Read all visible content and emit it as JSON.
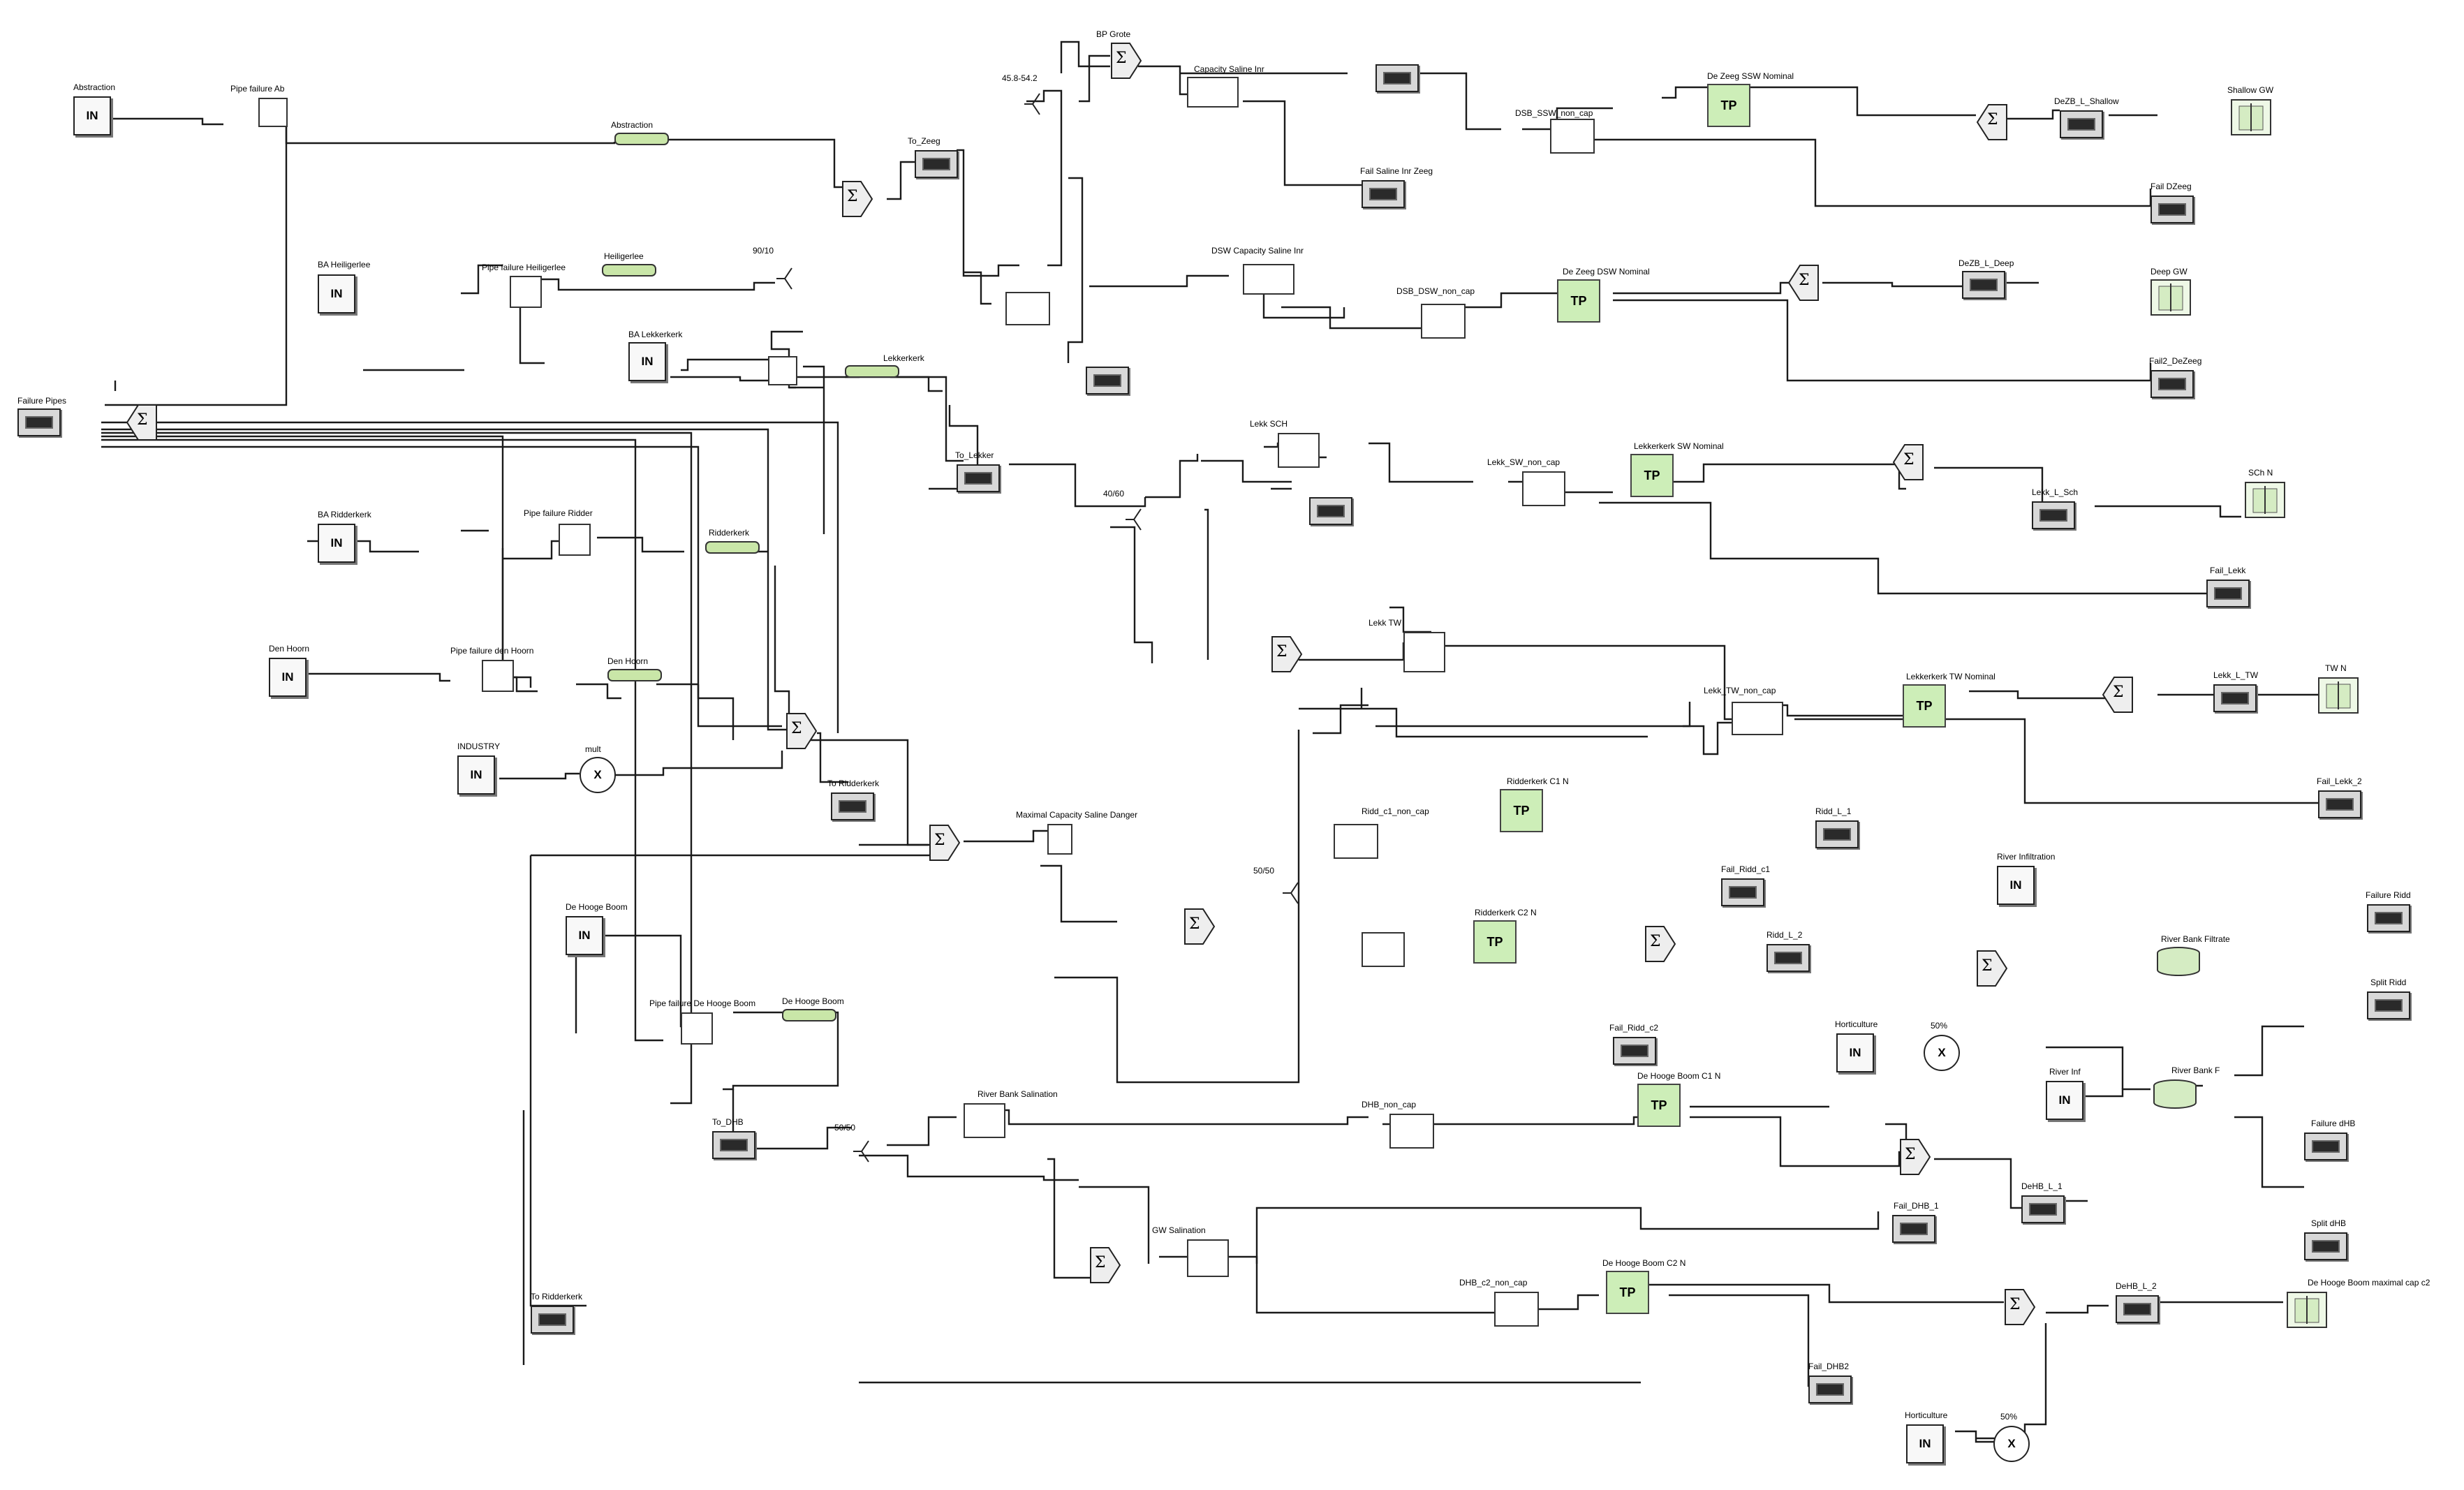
{
  "diagram": {
    "labels": {
      "abstraction": "Abstraction",
      "pipe_failure_ab": "Pipe failure Ab",
      "abstraction_conv": "Abstraction",
      "ba_heiligerlee": "BA Heiligerlee",
      "pipe_failure_heiligerlee": "Pipe failure Heiligerlee",
      "heiligerlee_conv": "Heiligerlee",
      "ba_lekkerkerk": "BA Lekkerkerk",
      "lekkerkerk_conv": "Lekkerkerk",
      "failure_pipes": "Failure Pipes",
      "ba_ridderkerk": "BA Ridderkerk",
      "pipe_failure_ridderkerk": "Pipe failure Ridder",
      "ridderkerk_conv": "Ridderkerk",
      "den_hoorn": "Den Hoorn",
      "pipe_failure_den_hoorn": "Pipe failure den Hoorn",
      "den_hoorn_conv": "Den Hoorn",
      "industry": "INDUSTRY",
      "mult": "mult",
      "to_ridderkerk": "To Ridderkerk",
      "de_hooge_boom": "De Hooge Boom",
      "pipe_failure_de_hooge_boom": "Pipe failure De Hooge Boom",
      "de_hooge_boom_conv": "De Hooge Boom",
      "to_dhb": "To_DHB",
      "split_5050_b": "50/50",
      "to_ridderkerk_2": "To Ridderkerk",
      "max_capacity": "Maximal Capacity Saline Danger",
      "to_zeeg": "To_Zeeg",
      "to_lekker": "To_Lekker",
      "split_9010": "90/10",
      "split_4060": "40/60",
      "split_4554": "45.8-54.2",
      "bp_grote": "BP Grote",
      "capacity_saline_inr": "Capacity Saline Inr",
      "fail_saline_inr_zeeg": "Fail Saline Inr Zeeg",
      "dsw_capacity_saline_inr": "DSW Capacity Saline Inr",
      "dsb_ssw_non_cap": "DSB_SSW_non_cap",
      "de_zeeg_ssw_nominal": "De Zeeg SSW Nominal",
      "dezb_l_shallow": "DeZB_L_Shallow",
      "shallow_gw": "Shallow GW",
      "fail_dzeeg": "Fail DZeeg",
      "dsb_dsw_non_cap": "DSB_DSW_non_cap",
      "de_zeeg_dsw_nominal": "De Zeeg DSW Nominal",
      "dezb_l_deep": "DeZB_L_Deep",
      "deep_gw": "Deep GW",
      "fail2_dezeeg": "Fail2_DeZeeg",
      "lekk_sch": "Lekk SCH",
      "lekk_sw_non_cap": "Lekk_SW_non_cap",
      "lekkerkerk_sw_nominal": "Lekkerkerk SW Nominal",
      "lekk_l_sch": "Lekk_L_Sch",
      "sch_n": "SCh N",
      "fail_lekk": "Fail_Lekk",
      "lekk_tw": "Lekk TW",
      "lekk_tw_non_cap": "Lekk_TW_non_cap",
      "lekkerkerk_tw_nominal": "Lekkerkerk TW Nominal",
      "lekk_l_tw": "Lekk_L_TW",
      "tw_n": "TW N",
      "fail_lekk_2": "Fail_Lekk_2",
      "ridd_c1_non_cap": "Ridd_c1_non_cap",
      "ridderkerk_c1_n": "Ridderkerk C1 N",
      "ridd_l_1": "Ridd_L_1",
      "fail_ridd_c1": "Fail_Ridd_c1",
      "split_5050_a": "50/50",
      "ridderkerk_c2_n": "Ridderkerk C2 N",
      "ridd_l_2": "Ridd_L_2",
      "fail_ridd_c2": "Fail_Ridd_c2",
      "river_infiltration": "River Infiltration",
      "riverbank_filtrate": "River Bank Filtrate",
      "failure_ridd": "Failure Ridd",
      "split_ridd": "Split Ridd",
      "river_bank_salination": "River Bank Salination",
      "dhb_non_cap": "DHB_non_cap",
      "de_hooge_boom_c1_n": "De Hooge Boom C1 N",
      "horticulture_1": "Horticulture",
      "pct_50_1": "50%",
      "fail_dhb_1": "Fail_DHB_1",
      "dehb_l_1": "DeHB_L_1",
      "river_inf": "River Inf",
      "river_bank_f": "River Bank F",
      "failure_dhb": "Failure dHB",
      "split_dhb": "Split dHB",
      "gw_salination": "GW Salination",
      "dhb_c2_non_cap": "DHB_c2_non_cap",
      "de_hooge_boom_c2_n": "De Hooge Boom C2 N",
      "dehb_l_2": "DeHB_L_2",
      "de_hooge_boom_max_cap_c2": "De Hooge Boom maximal cap c2",
      "fail_dhb2": "Fail_DHB2",
      "horticulture_2": "Horticulture",
      "pct_50_2": "50%"
    },
    "glyphs": {
      "input": "IN",
      "transfer": "TP",
      "multiply": "X",
      "sum": "Σ"
    },
    "colors": {
      "wire": "#1a1a1a",
      "transfer_fill": "#cdeeb8",
      "conveyor_fill": "#c9e6a8",
      "result_screen": "#2a2a2a"
    }
  }
}
